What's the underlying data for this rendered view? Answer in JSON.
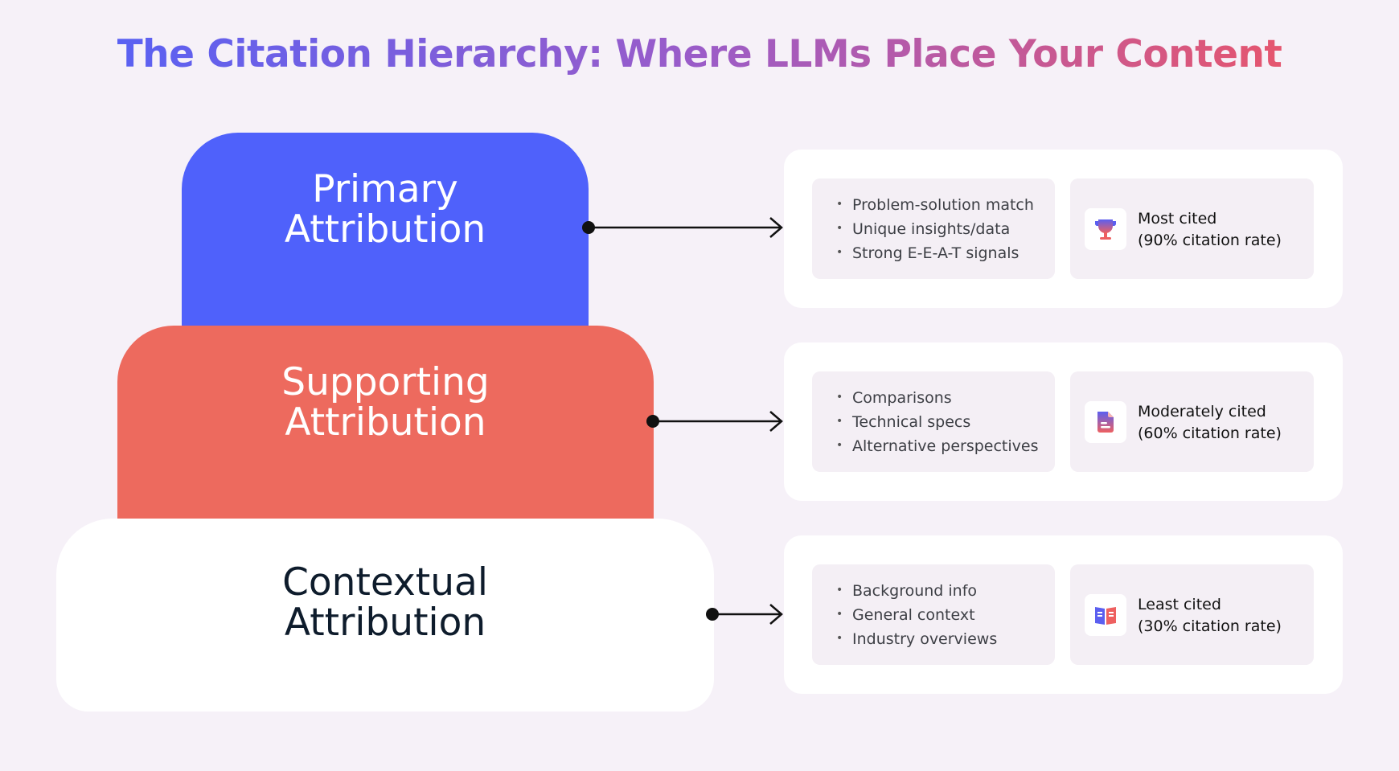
{
  "title": "The Citation Hierarchy: Where LLMs Place Your Content",
  "tiers": [
    {
      "label": "Primary\nAttribution",
      "color": "#4f61fb"
    },
    {
      "label": "Supporting\nAttribution",
      "color": "#ed6a5e"
    },
    {
      "label": "Contextual\nAttribution",
      "color": "#ffffff"
    }
  ],
  "cards": [
    {
      "bullets": [
        "Problem-solution match",
        "Unique insights/data",
        "Strong E-E-A-T signals"
      ],
      "icon": "trophy-icon",
      "stat_title": "Most cited",
      "stat_rate": "(90% citation rate)"
    },
    {
      "bullets": [
        "Comparisons",
        "Technical specs",
        "Alternative perspectives"
      ],
      "icon": "document-icon",
      "stat_title": "Moderately cited",
      "stat_rate": "(60% citation rate)"
    },
    {
      "bullets": [
        "Background info",
        "General context",
        "Industry overviews"
      ],
      "icon": "book-icon",
      "stat_title": "Least cited",
      "stat_rate": "(30% citation rate)"
    }
  ],
  "colors": {
    "title_gradient": [
      "#5a61f2",
      "#9b5cc8",
      "#e5566f"
    ],
    "icon_gradient": [
      "#5b5ff0",
      "#ee6060"
    ],
    "background": "#f6f1f8"
  }
}
